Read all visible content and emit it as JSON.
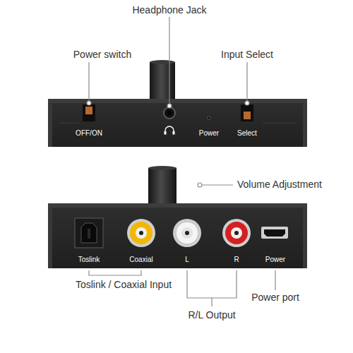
{
  "diagram": {
    "labels": [
      "Headphone Jack",
      "Power switch",
      "Input Select",
      "OFF/ON",
      "Power",
      "Select",
      "Volume Adjustment",
      "Toslink",
      "Coaxial",
      "L",
      "R",
      "Power",
      "Toslink / Coaxial Input",
      "R/L Output",
      "Power port"
    ]
  }
}
